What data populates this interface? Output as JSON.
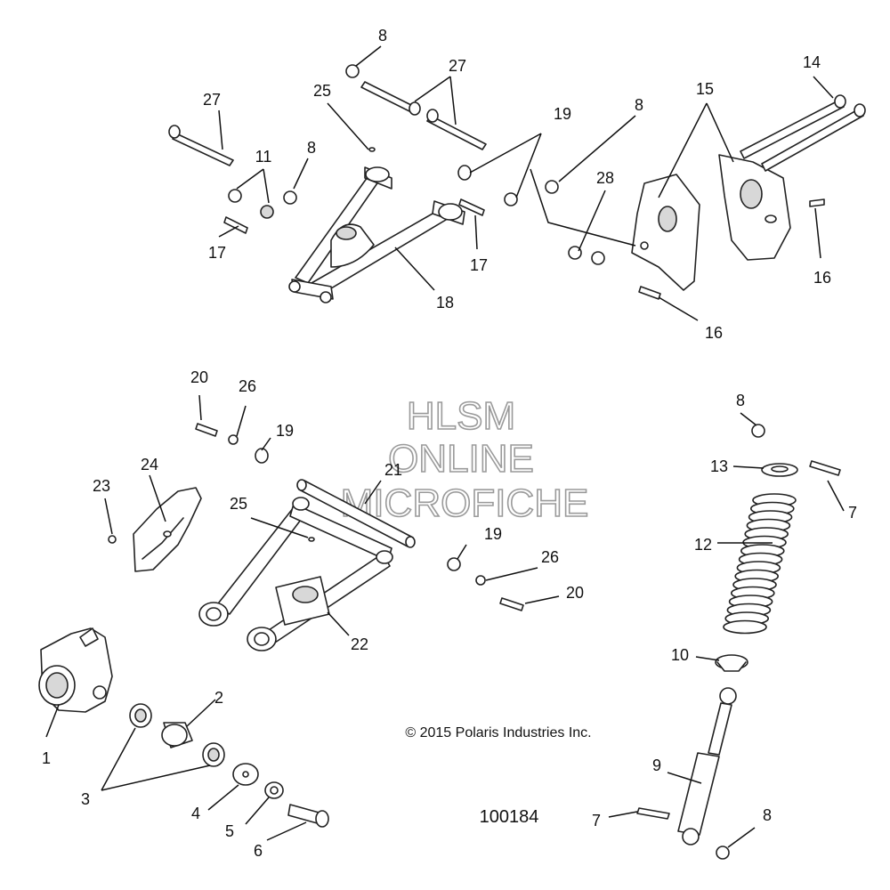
{
  "watermark": {
    "line1": "HLSM",
    "line2": "ONLINE",
    "line3": "MICROFICHE"
  },
  "copyright": "© 2015 Polaris Industries Inc.",
  "diagram_number": "100184",
  "callouts": {
    "c1": "1",
    "c2": "2",
    "c3": "3",
    "c4": "4",
    "c5": "5",
    "c6": "6",
    "c7": "7",
    "c8": "8",
    "c9": "9",
    "c10": "10",
    "c11": "11",
    "c12": "12",
    "c13": "13",
    "c14": "14",
    "c15": "15",
    "c16": "16",
    "c17": "17",
    "c18": "18",
    "c19": "19",
    "c20": "20",
    "c21": "21",
    "c22": "22",
    "c23": "23",
    "c24": "24",
    "c25": "25",
    "c26": "26",
    "c27": "27",
    "c28": "28"
  }
}
